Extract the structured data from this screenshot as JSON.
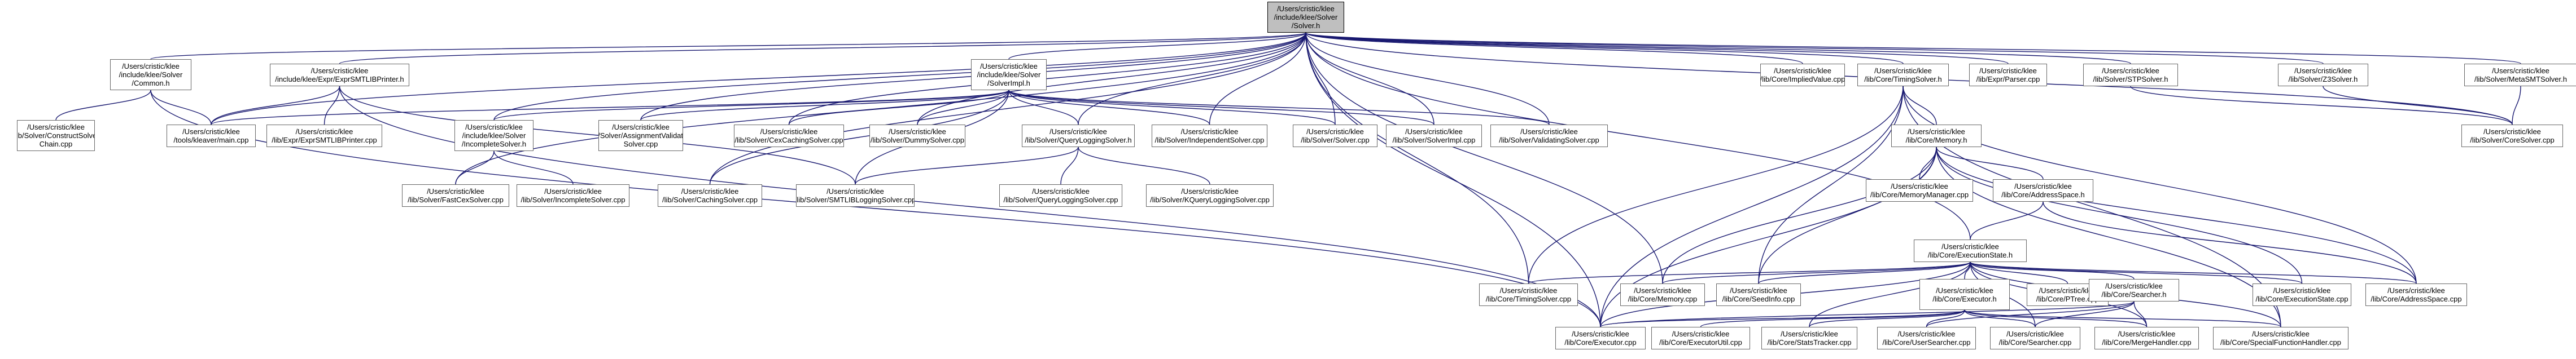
{
  "colors": {
    "edge": "#191970",
    "node_border": "#666666",
    "root_fill": "#bfbfbf",
    "background": "#ffffff"
  },
  "nodes": {
    "solver_h": "/Users/cristic/klee\n/include/klee/Solver\n/Solver.h",
    "common_h": "/Users/cristic/klee\n/include/klee/Solver\n/Common.h",
    "exprsmtlibprinter_h": "/Users/cristic/klee\n/include/klee/Expr/ExprSMTLIBPrinter.h",
    "solverimpl_h": "/Users/cristic/klee\n/include/klee/Solver\n/SolverImpl.h",
    "impliedvalue_cpp": "/Users/cristic/klee\n/lib/Core/ImpliedValue.cpp",
    "timingsolver_h": "/Users/cristic/klee\n/lib/Core/TimingSolver.h",
    "exprparser_cpp": "/Users/cristic/klee\n/lib/Expr/Parser.cpp",
    "stpsolver_h": "/Users/cristic/klee\n/lib/Solver/STPSolver.h",
    "z3solver_h": "/Users/cristic/klee\n/lib/Solver/Z3Solver.h",
    "metasmtsolver_h": "/Users/cristic/klee\n/lib/Solver/MetaSMTSolver.h",
    "constructsolverchain_cpp": "/Users/cristic/klee\n/lib/Solver/ConstructSolver\nChain.cpp",
    "kleavermain_cpp": "/Users/cristic/klee\n/tools/kleaver/main.cpp",
    "exprsmtlibprinter_cpp": "/Users/cristic/klee\n/lib/Expr/ExprSMTLIBPrinter.cpp",
    "incompletesolver_h": "/Users/cristic/klee\n/include/klee/Solver\n/IncompleteSolver.h",
    "assignmentvalidating_cpp": "/Users/cristic/klee\n/lib/Solver/AssignmentValidating\nSolver.cpp",
    "cexcachingsolver_cpp": "/Users/cristic/klee\n/lib/Solver/CexCachingSolver.cpp",
    "dummysolver_cpp": "/Users/cristic/klee\n/lib/Solver/DummySolver.cpp",
    "queryloggingsolver_h": "/Users/cristic/klee\n/lib/Solver/QueryLoggingSolver.h",
    "independentsolver_cpp": "/Users/cristic/klee\n/lib/Solver/IndependentSolver.cpp",
    "solver_cpp": "/Users/cristic/klee\n/lib/Solver/Solver.cpp",
    "solverimpl_cpp": "/Users/cristic/klee\n/lib/Solver/SolverImpl.cpp",
    "validatingsolver_cpp": "/Users/cristic/klee\n/lib/Solver/ValidatingSolver.cpp",
    "corememory_h": "/Users/cristic/klee\n/lib/Core/Memory.h",
    "coresolver_cpp": "/Users/cristic/klee\n/lib/Solver/CoreSolver.cpp",
    "fastcexsolver_cpp": "/Users/cristic/klee\n/lib/Solver/FastCexSolver.cpp",
    "incompletesolver_cpp": "/Users/cristic/klee\n/lib/Solver/IncompleteSolver.cpp",
    "cachingsolver_cpp": "/Users/cristic/klee\n/lib/Solver/CachingSolver.cpp",
    "smtlibloggingsolver_cpp": "/Users/cristic/klee\n/lib/Solver/SMTLIBLoggingSolver.cpp",
    "queryloggingsolver_cpp": "/Users/cristic/klee\n/lib/Solver/QueryLoggingSolver.cpp",
    "kqueryloggingsolver_cpp": "/Users/cristic/klee\n/lib/Solver/KQueryLoggingSolver.cpp",
    "memorymanager_cpp": "/Users/cristic/klee\n/lib/Core/MemoryManager.cpp",
    "addressspace_h": "/Users/cristic/klee\n/lib/Core/AddressSpace.h",
    "executionstate_h": "/Users/cristic/klee\n/lib/Core/ExecutionState.h",
    "timingsolver_cpp": "/Users/cristic/klee\n/lib/Core/TimingSolver.cpp",
    "memory_cpp": "/Users/cristic/klee\n/lib/Core/Memory.cpp",
    "seedinfo_cpp": "/Users/cristic/klee\n/lib/Core/SeedInfo.cpp",
    "executor_h": "/Users/cristic/klee\n/lib/Core/Executor.h",
    "ptree_cpp": "/Users/cristic/klee\n/lib/Core/PTree.cpp",
    "searcher_h": "/Users/cristic/klee\n/lib/Core/Searcher.h",
    "executionstate_cpp": "/Users/cristic/klee\n/lib/Core/ExecutionState.cpp",
    "addressspace_cpp": "/Users/cristic/klee\n/lib/Core/AddressSpace.cpp",
    "executor_cpp": "/Users/cristic/klee\n/lib/Core/Executor.cpp",
    "executorutil_cpp": "/Users/cristic/klee\n/lib/Core/ExecutorUtil.cpp",
    "statstracker_cpp": "/Users/cristic/klee\n/lib/Core/StatsTracker.cpp",
    "usersearcher_cpp": "/Users/cristic/klee\n/lib/Core/UserSearcher.cpp",
    "searcher_cpp": "/Users/cristic/klee\n/lib/Core/Searcher.cpp",
    "mergehandler_cpp": "/Users/cristic/klee\n/lib/Core/MergeHandler.cpp",
    "specialfunctionhandler_cpp": "/Users/cristic/klee\n/lib/Core/SpecialFunctionHandler.cpp"
  }
}
